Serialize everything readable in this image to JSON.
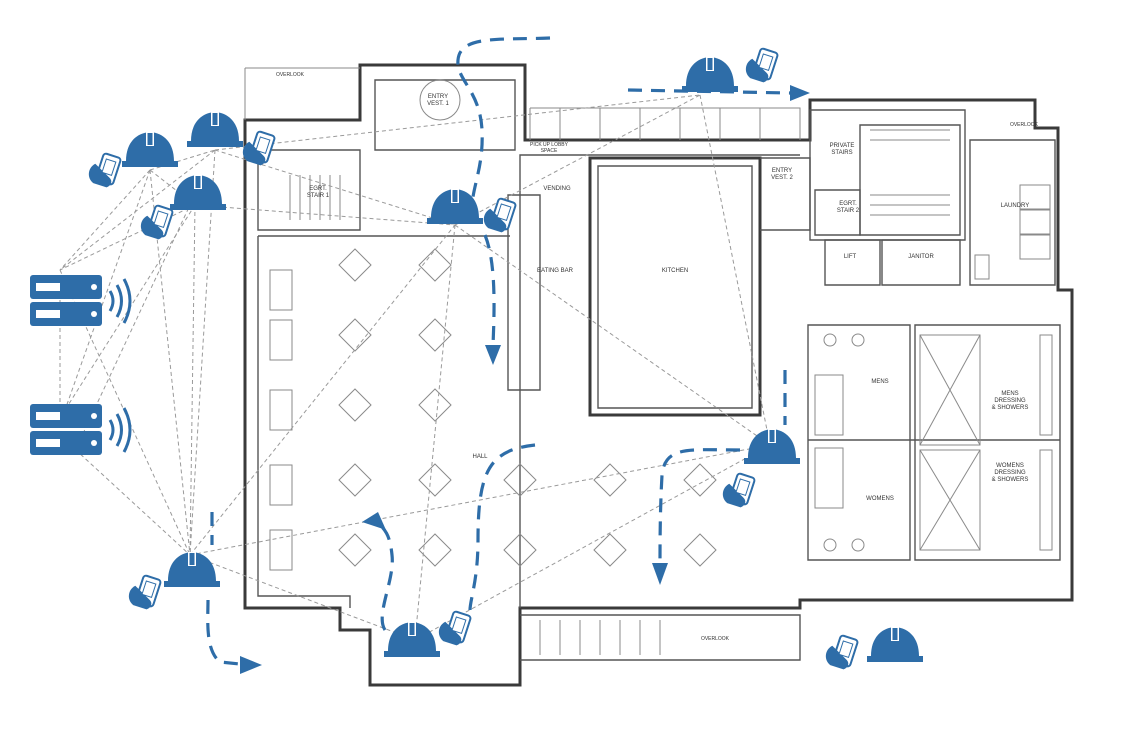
{
  "rooms": {
    "entry_vest_1": "ENTRY\nVEST. 1",
    "egrt_stair_1": "EGRT.\nSTAIR 1",
    "pick_up_lobby": "PICK UP LOBBY\nSPACE",
    "vending": "VENDING",
    "eating_bar": "EATING BAR",
    "kitchen": "KITCHEN",
    "entry_vest_2": "ENTRY\nVEST. 2",
    "private_stairs": "PRIVATE\nSTAIRS",
    "egrt_stair_2": "EGRT.\nSTAIR 2",
    "laundry": "LAUNDRY",
    "lift": "LIFT",
    "janitor": "JANITOR",
    "hall": "HALL",
    "mens": "MENS",
    "mens_dressing": "MENS\nDRESSING\n& SHOWERS",
    "womens": "WOMENS",
    "womens_dressing": "WOMENS\nDRESSING\n& SHOWERS",
    "overlook_top": "OVERLOOK",
    "overlook_right": "OVERLOOK",
    "overlook_bottom": "OVERLOOK"
  },
  "icons": {
    "worker": "hardhat-icon",
    "device": "smartphone-icon",
    "gateway": "wireless-server-icon"
  },
  "colors": {
    "accent": "#2e6da8",
    "walls": "#3a3a3a",
    "mesh_lines": "#9a9a9a"
  }
}
